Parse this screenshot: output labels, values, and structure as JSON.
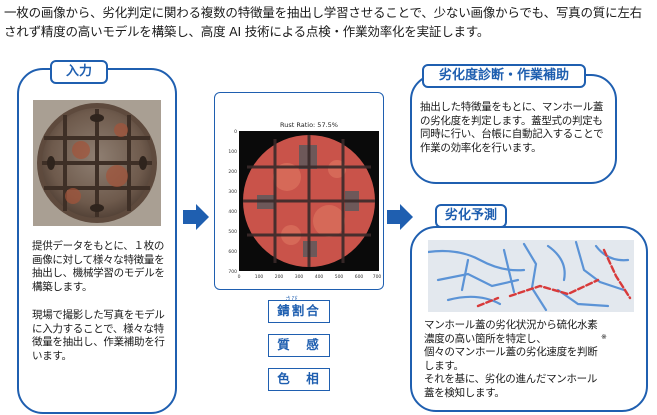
{
  "intro": "一枚の画像から、劣化判定に関わる複数の特徴量を抽出し学習させることで、少ない画像からでも、写真の質に左右されず精度の高いモデルを構築し、高度 AI 技術による点検・作業効率化を実証します。",
  "input": {
    "title": "入力",
    "text1": "提供データをもとに、１枚の画像に対して様々な特徴量を抽出し、機械学習のモデルを構築します。",
    "text2": "現場で撮影した写真をモデルに入力することで、様々な特徴量を抽出し、作業補助を行います。"
  },
  "analysis": {
    "plot_title": "Rust Ratio: 57.5%",
    "x_ticks": [
      "0",
      "100",
      "200",
      "300",
      "400",
      "500",
      "600",
      "700"
    ],
    "y_ticks": [
      "0",
      "100",
      "200",
      "300",
      "400",
      "500",
      "600",
      "700"
    ]
  },
  "features": {
    "ruby": "さび",
    "items": [
      "錆割合",
      "質　感",
      "色　相"
    ]
  },
  "diagnosis": {
    "title": "劣化度診断・作業補助",
    "text": "抽出した特徴量をもとに、マンホール蓋の劣化度を判定します。蓋型式の判定も同時に行い、台帳に自動記入することで作業の効率化を行います。"
  },
  "prediction": {
    "title": "劣化予測",
    "text_line1": "マンホール蓋の劣化状況から硫化水素濃度の高い箇所を特定し、",
    "mark": "※",
    "text_line2": "個々のマンホール蓋の劣化速度を判断します。",
    "text_line3": "それを基に、劣化の進んだマンホール蓋を検知します。"
  },
  "colors": {
    "accent": "#1f5fb0",
    "rust": "#d8533f",
    "map_road": "#5b93d6",
    "map_danger": "#d83a3a"
  }
}
